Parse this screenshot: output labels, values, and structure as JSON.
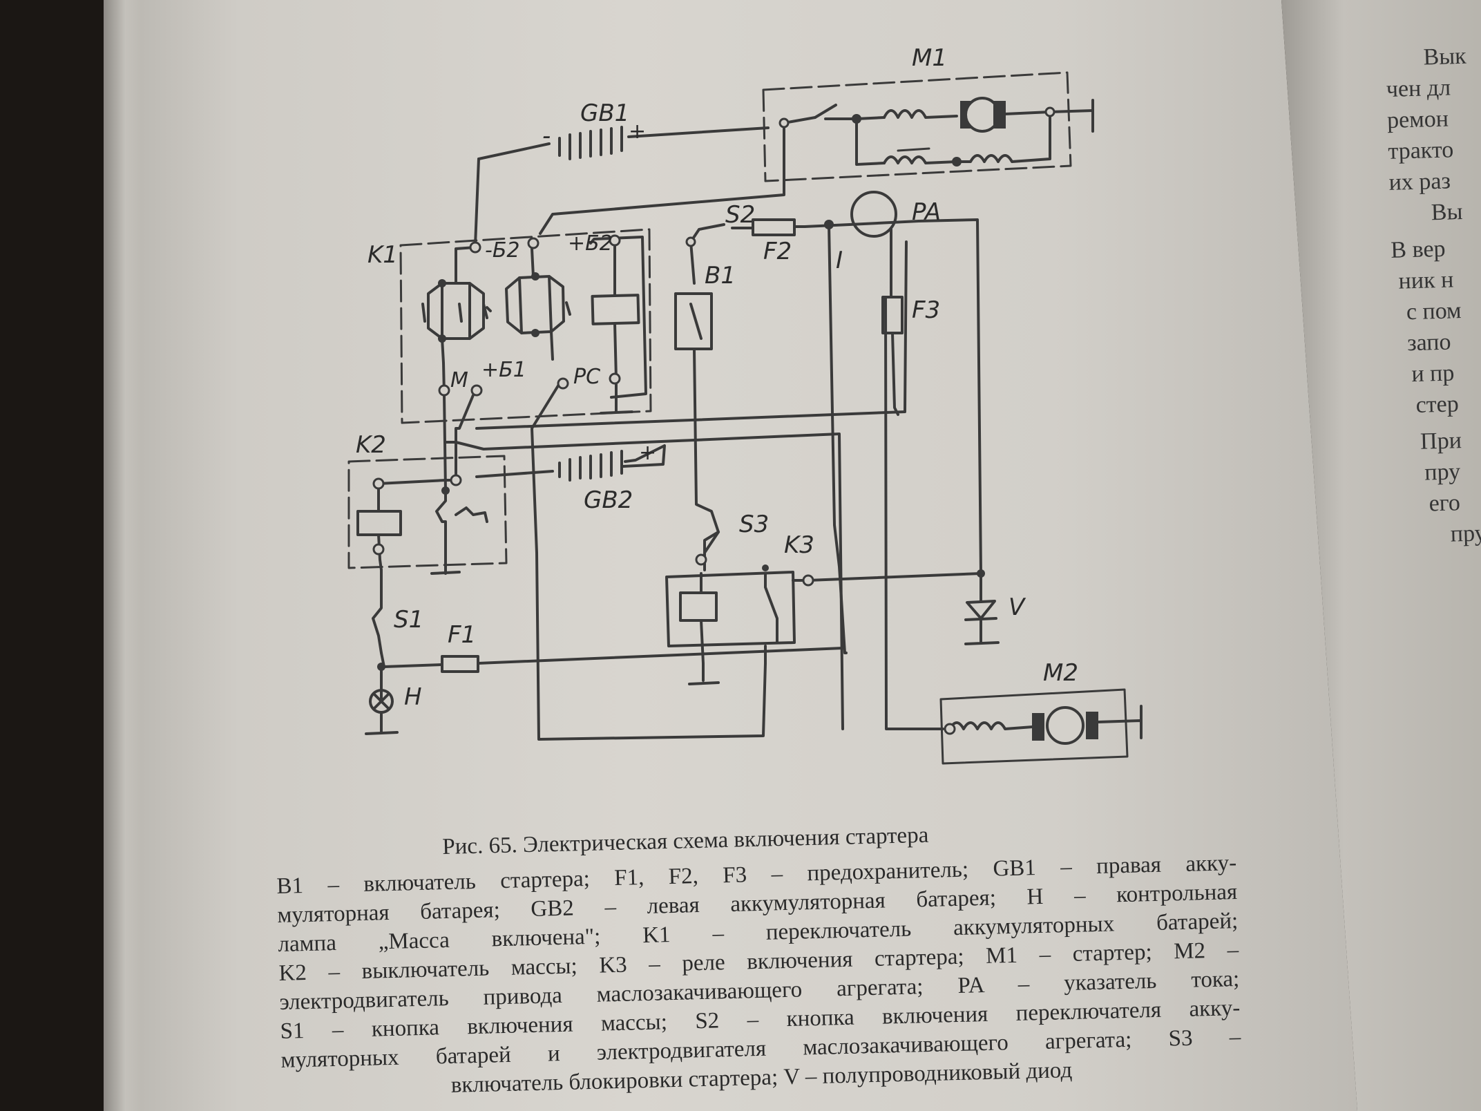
{
  "diagram_labels": {
    "m1": "M1",
    "gb1": "GB1",
    "k1": "K1",
    "minus_b2": "-Б2",
    "plus_b2": "+Б2",
    "s2": "S2",
    "f2": "F2",
    "pa": "PA",
    "b1": "B1",
    "i": "I",
    "f3": "F3",
    "m": "M",
    "plus_b1": "+Б1",
    "pc": "PC",
    "k2": "K2",
    "gb2": "GB2",
    "s3": "S3",
    "k3": "K3",
    "v": "V",
    "s1": "S1",
    "f1": "F1",
    "h": "H",
    "m2": "M2",
    "minus": "-",
    "plus": "+"
  },
  "caption": {
    "title": "Рис. 65. Электрическая схема включения стартера",
    "legend_lines": [
      "B1 – включатель стартера;  F1,  F2,  F3 – предохранитель;  GB1 – правая акку-",
      "муляторная  батарея;  GB2 – левая  аккумуляторная  батарея;  H – контрольная",
      "лампа  „Масса  включена\";  K1 – переключатель  аккумуляторных  батарей;",
      "K2 – выключатель массы;  K3 – реле включения стартера;  M1 – стартер;  M2 –",
      "электродвигатель привода маслозакачивающего агрегата;  PA – указатель тока;",
      "S1 – кнопка включения массы;  S2 – кнопка включения переключателя акку-",
      "муляторных  батарей  и  электродвигателя  маслозакачивающего  агрегата;  S3 –",
      "включатель блокировки стартера;  V – полупроводниковый диод"
    ]
  },
  "facing_page": {
    "lines": [
      "Вык",
      "чен дл",
      "ремон",
      "тракто",
      "их раз",
      "Вы",
      "В вер",
      "ник н",
      "с пом",
      "запо",
      "и пр",
      "стер",
      "При",
      "пру",
      "его",
      "пру"
    ]
  }
}
